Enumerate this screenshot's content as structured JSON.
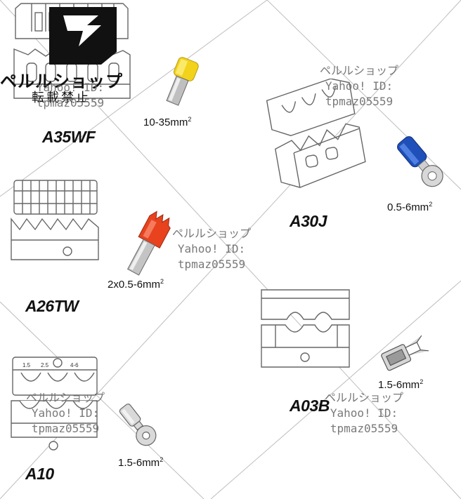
{
  "dies": [
    {
      "model": "A35WF",
      "spec": "10-35mm",
      "terminal": "yellow-ferrule-icon"
    },
    {
      "model": "A30J",
      "spec": "0.5-6mm",
      "terminal": "blue-ring-terminal-icon"
    },
    {
      "model": "A26TW",
      "spec": "2x0.5-6mm",
      "terminal": "red-twin-ferrule-icon"
    },
    {
      "model": "A03B",
      "spec": "1.5-6mm",
      "terminal": "flag-receptacle-icon"
    },
    {
      "model": "A10",
      "spec": "1.5-6mm",
      "terminal": "bare-ring-terminal-icon"
    }
  ],
  "die_engraving": [
    "1.5",
    "2.5",
    "4-6"
  ],
  "spec_unit_superscript": "2",
  "watermark": {
    "shop": "ペルルショップ",
    "yahoo": "Yahoo! ID:",
    "id": "tpmaz05559"
  },
  "logo": {
    "shop": "ペルルショップ",
    "seal": "転載禁止"
  },
  "colors": {
    "yellow": "#f2d21a",
    "blue": "#1f4fb8",
    "red": "#e8421f",
    "die_line": "#6a6a6a"
  }
}
